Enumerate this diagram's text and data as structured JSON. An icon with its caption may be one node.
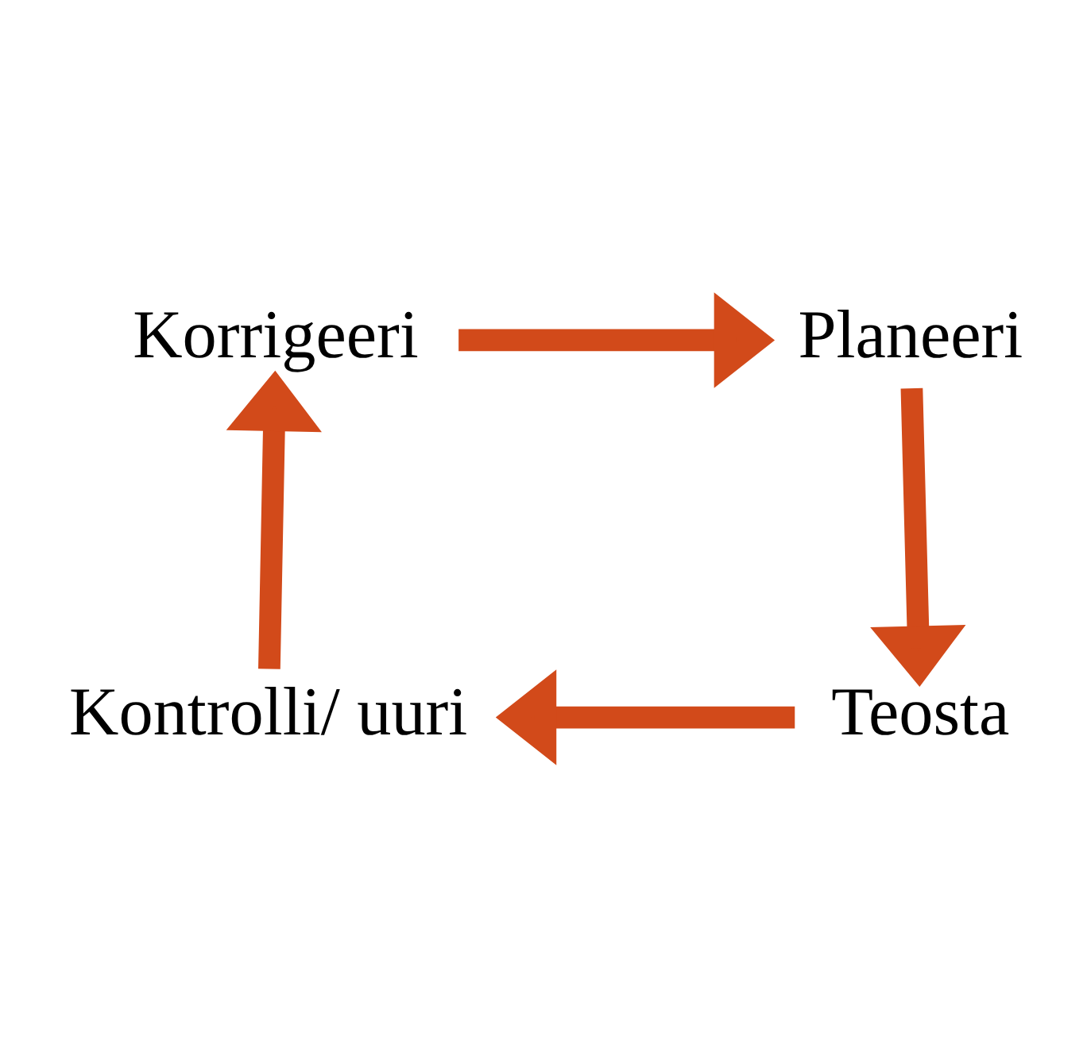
{
  "diagram": {
    "nodes": [
      {
        "text": [
          "Korrigeeri"
        ]
      },
      {
        "text": [
          "Planeeri"
        ]
      },
      {
        "text": [
          "Teosta"
        ]
      },
      {
        "text": [
          "Kontrolli/ uuri"
        ]
      }
    ],
    "edges": [
      {
        "from": 0,
        "to": 1,
        "arrow": "to"
      },
      {
        "from": 1,
        "to": 2,
        "arrow": "to"
      },
      {
        "from": 2,
        "to": 3,
        "arrow": "to"
      },
      {
        "from": 3,
        "to": 0,
        "arrow": "to"
      }
    ]
  }
}
